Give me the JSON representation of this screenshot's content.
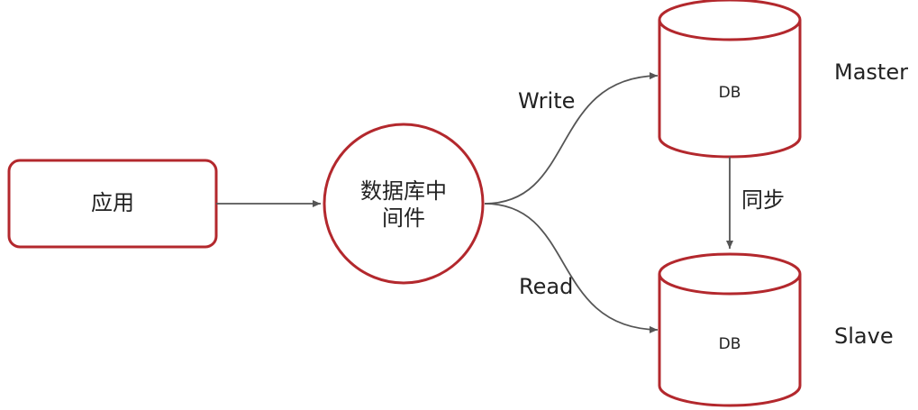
{
  "nodes": {
    "app": {
      "label": "应用"
    },
    "middleware": {
      "label_line1": "数据库中",
      "label_line2": "间件"
    },
    "master_db": {
      "label": "DB",
      "role": "Master"
    },
    "slave_db": {
      "label": "DB",
      "role": "Slave"
    }
  },
  "edges": {
    "write": "Write",
    "read": "Read",
    "sync": "同步"
  },
  "colors": {
    "node_stroke": "#b3282d",
    "edge": "#555555",
    "text": "#222222"
  }
}
